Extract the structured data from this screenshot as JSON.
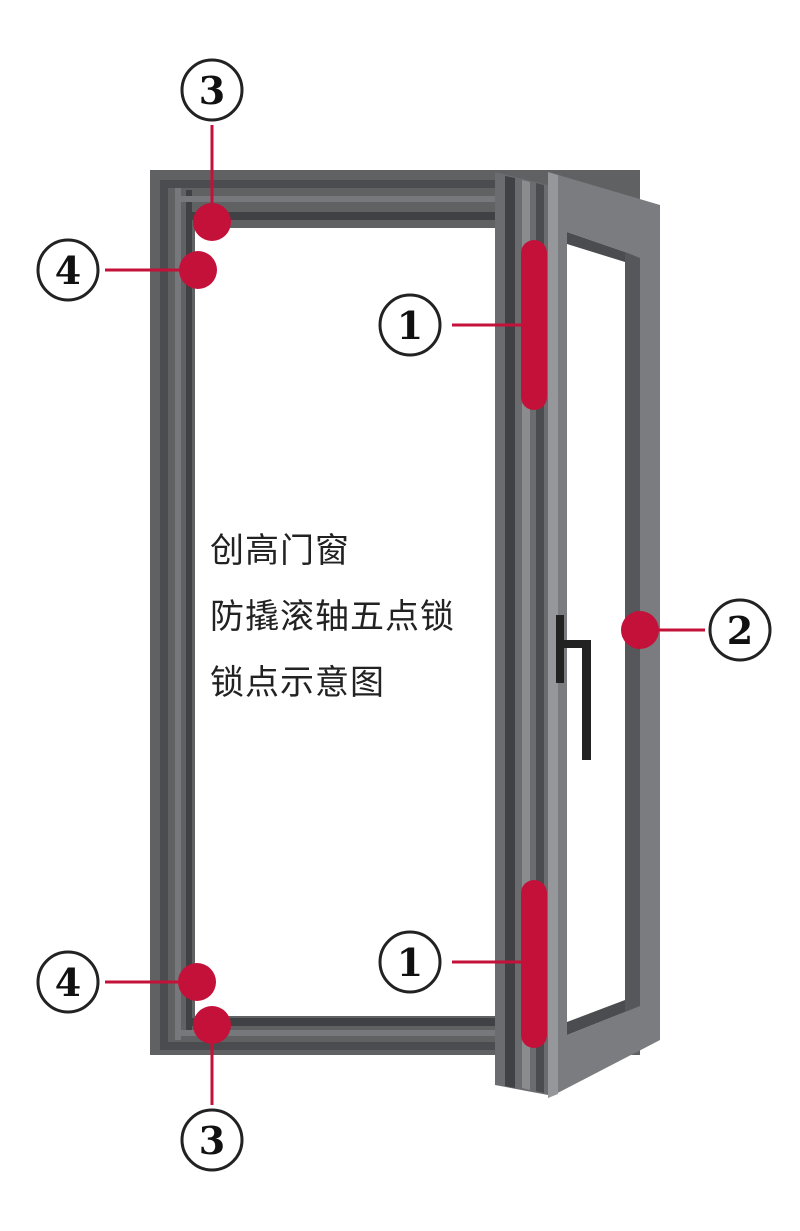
{
  "caption": {
    "line1": "创高门窗",
    "line2": "防撬滚轴五点锁",
    "line3": "锁点示意图"
  },
  "colors": {
    "frame": "#5f6163",
    "frame_dark": "#45474a",
    "frame_light": "#8a8c8e",
    "lock_point": "#c4113a",
    "callout_line": "#c4113a",
    "circle_stroke": "#222222"
  },
  "callouts": [
    {
      "id": "top-keeper",
      "number": "3"
    },
    {
      "id": "top-corner",
      "number": "4"
    },
    {
      "id": "upper-roller",
      "number": "1"
    },
    {
      "id": "side-center",
      "number": "2"
    },
    {
      "id": "lower-roller",
      "number": "1"
    },
    {
      "id": "bottom-corner",
      "number": "4"
    },
    {
      "id": "bottom-keeper",
      "number": "3"
    }
  ]
}
